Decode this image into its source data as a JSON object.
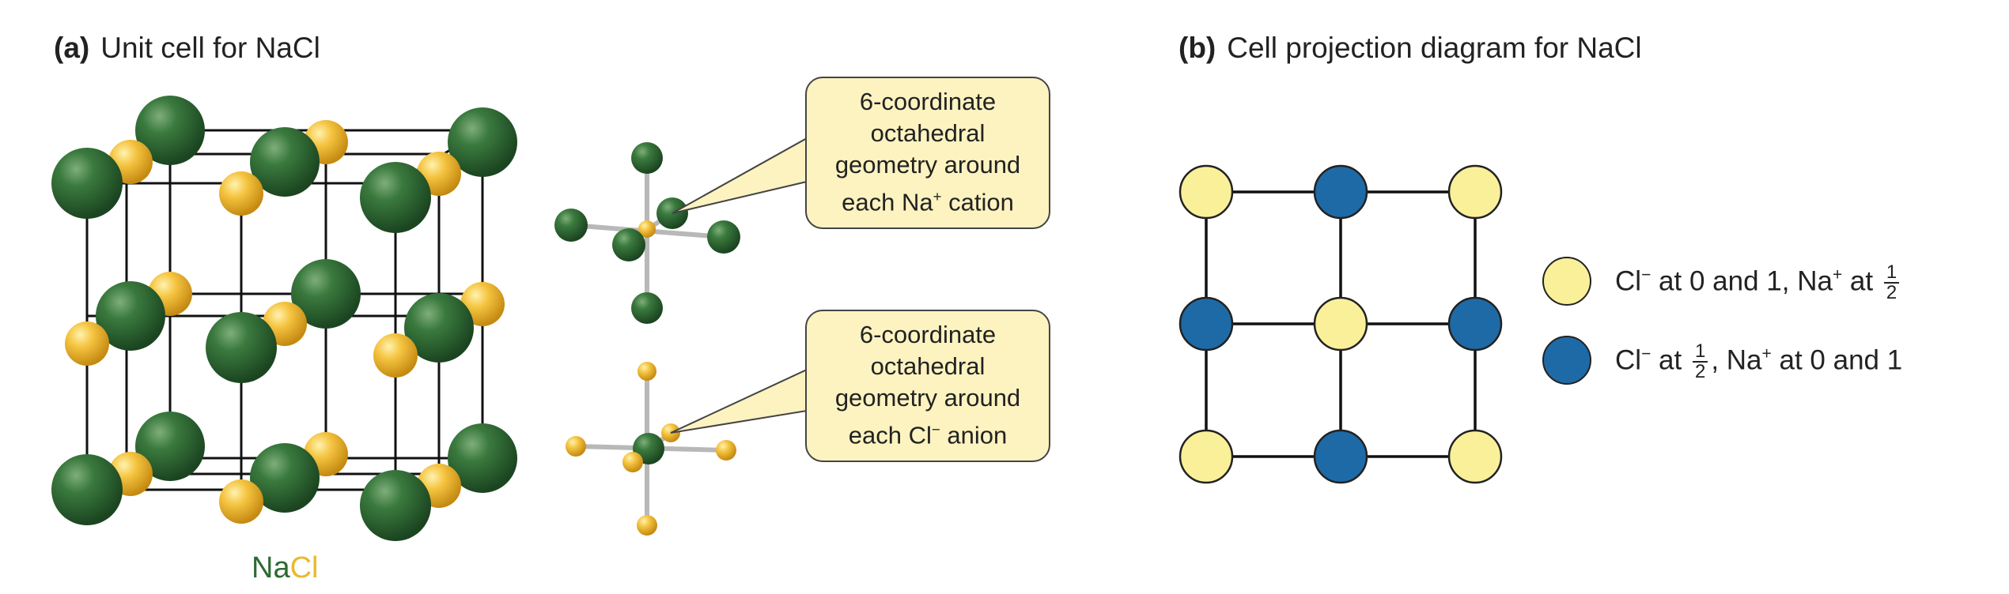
{
  "panel_a": {
    "label": "(a)",
    "title": "Unit cell for NaCl",
    "formula_na": "Na",
    "formula_cl": "Cl"
  },
  "panel_b": {
    "label": "(b)",
    "title": "Cell projection diagram for NaCl"
  },
  "callout_cation": {
    "lines": [
      "6-coordinate",
      "octahedral",
      "geometry around"
    ],
    "last_prefix": "each Na",
    "last_sup": "+",
    "last_suffix": " cation"
  },
  "callout_anion": {
    "lines": [
      "6-coordinate",
      "octahedral",
      "geometry around"
    ],
    "last_prefix": "each Cl",
    "last_sup": "−",
    "last_suffix": " anion"
  },
  "legend": {
    "row1": {
      "cl": "Cl",
      "cl_sup": "−",
      "mid": " at 0 and 1, Na",
      "na_sup": "+",
      "tail": " at ",
      "frac_num": "1",
      "frac_den": "2"
    },
    "row2": {
      "cl": "Cl",
      "cl_sup": "−",
      "mid": " at ",
      "frac_num": "1",
      "frac_den": "2",
      "tail": ", Na",
      "na_sup": "+",
      "end": " at 0 and 1"
    }
  },
  "colors": {
    "green": "#2e6a33",
    "yellow": "#f2c23a",
    "pale_yellow": "#faf09a",
    "blue": "#1e6aa6",
    "callout_bg": "#fcf3c0"
  }
}
